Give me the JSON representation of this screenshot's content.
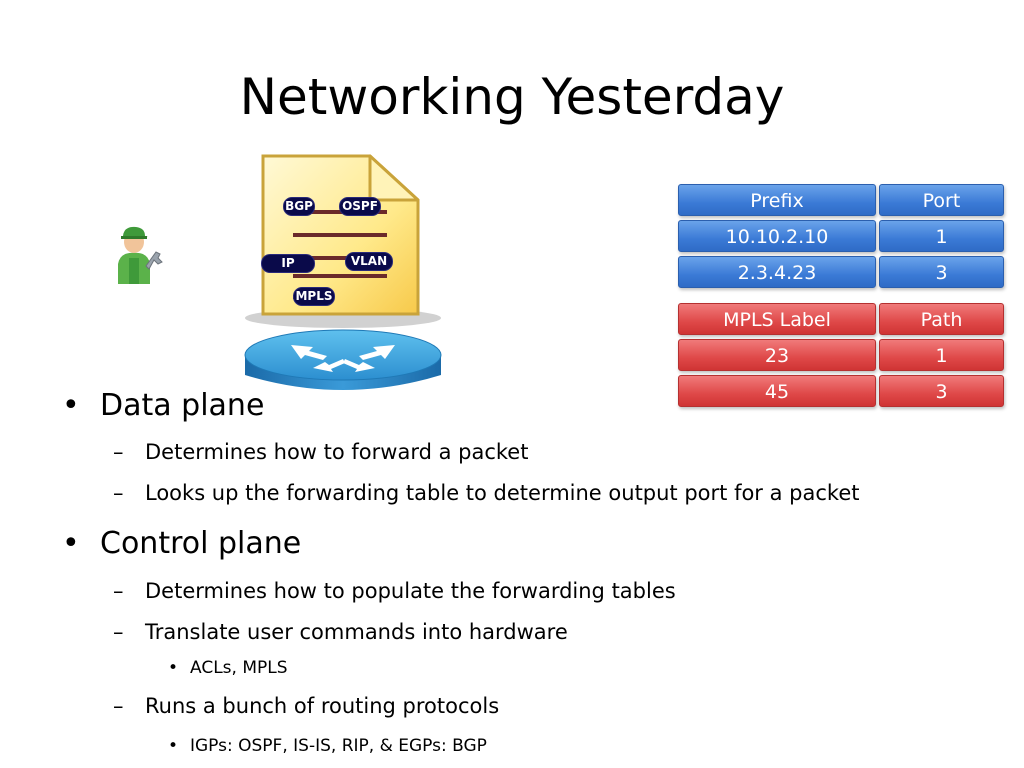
{
  "title": "Networking Yesterday",
  "illustration": {
    "person_icon": "technician-with-wrench-icon",
    "doc_tags": [
      "BGP",
      "OSPF",
      "IP",
      "VLAN",
      "MPLS"
    ],
    "router_icon": "router-icon"
  },
  "forwarding_table": {
    "headers": [
      "Prefix",
      "Port"
    ],
    "rows": [
      [
        "10.10.2.10",
        "1"
      ],
      [
        "2.3.4.23",
        "3"
      ]
    ],
    "color": "#3b7ad6"
  },
  "mpls_table": {
    "headers": [
      "MPLS Label",
      "Path"
    ],
    "rows": [
      [
        "23",
        "1"
      ],
      [
        "45",
        "3"
      ]
    ],
    "color": "#df4848"
  },
  "bullets": {
    "data_plane": "Data plane",
    "dp_1": "Determines how to forward a packet",
    "dp_2": "Looks up the forwarding table to determine output port for a packet",
    "control_plane": "Control plane",
    "cp_1": "Determines how to populate the forwarding tables",
    "cp_2": "Translate user commands into hardware",
    "cp_2a": "ACLs, MPLS",
    "cp_3": "Runs a bunch of routing protocols",
    "cp_3a": "IGPs: OSPF, IS-IS, RIP,  & EGPs: BGP",
    "l1_marker": "•",
    "l2_marker": "–",
    "l3_marker": "•"
  }
}
